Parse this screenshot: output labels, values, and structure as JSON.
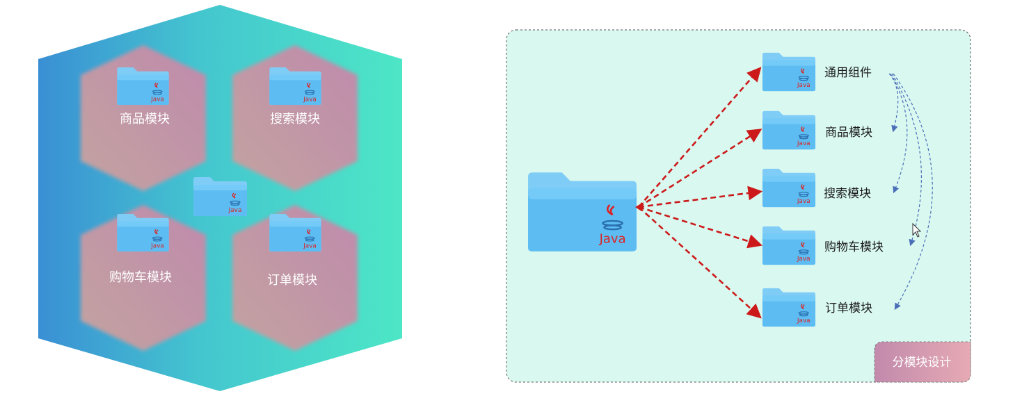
{
  "left_diagram": {
    "modules": [
      {
        "label": "商品模块"
      },
      {
        "label": "搜索模块"
      },
      {
        "label": "购物车模块"
      },
      {
        "label": "订单模块"
      }
    ],
    "java_label": "Java"
  },
  "right_diagram": {
    "children": [
      {
        "label": "通用组件"
      },
      {
        "label": "商品模块"
      },
      {
        "label": "搜索模块"
      },
      {
        "label": "购物车模块"
      },
      {
        "label": "订单模块"
      }
    ],
    "badge": "分模块设计",
    "java_label": "Java"
  },
  "colors": {
    "hex_left": "#3a8fd4",
    "hex_right": "#4de6c6",
    "inner_hex": "#c48aa8",
    "panel_bg": "#d9f8f0",
    "folder": "#6cc4f5",
    "red_arrow": "#cc1a1a",
    "blue_arrow": "#4a6fb8"
  }
}
